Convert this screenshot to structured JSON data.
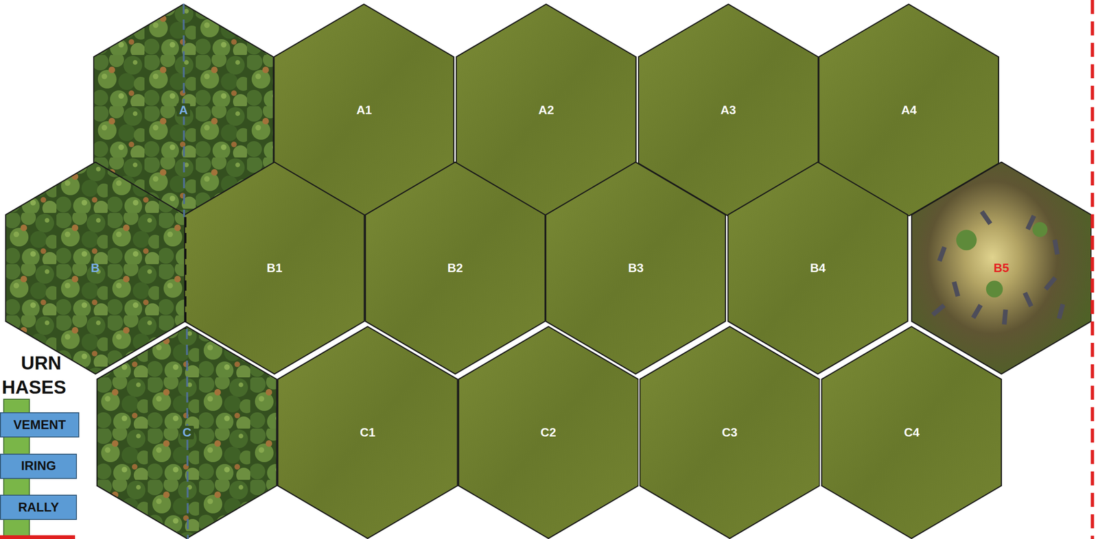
{
  "diagram": {
    "nodes": [
      {
        "text": [
          "A"
        ]
      },
      {
        "text": [
          "A1"
        ]
      },
      {
        "text": [
          "A2"
        ]
      },
      {
        "text": [
          "A3"
        ]
      },
      {
        "text": [
          "A4"
        ]
      },
      {
        "text": [
          "B"
        ]
      },
      {
        "text": [
          "B1"
        ]
      },
      {
        "text": [
          "B2"
        ]
      },
      {
        "text": [
          "B3"
        ]
      },
      {
        "text": [
          "B4"
        ]
      },
      {
        "text": [
          "B5"
        ]
      },
      {
        "text": [
          "C"
        ]
      },
      {
        "text": [
          "C1"
        ]
      },
      {
        "text": [
          "C2"
        ]
      },
      {
        "text": [
          "C3"
        ]
      },
      {
        "text": [
          "C4"
        ]
      },
      {
        "text": [
          "VEMENT"
        ]
      },
      {
        "text": [
          "IRING"
        ]
      },
      {
        "text": [
          "RALLY"
        ]
      }
    ],
    "edges": [
      {
        "from": 16,
        "to": 17,
        "arrow": "none"
      },
      {
        "from": 17,
        "to": 18,
        "arrow": "none"
      }
    ],
    "labels": [
      "URN",
      "HASES"
    ]
  }
}
